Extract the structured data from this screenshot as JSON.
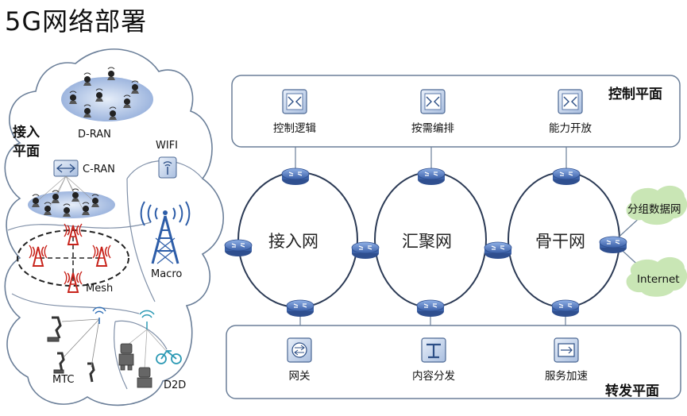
{
  "page": {
    "title": "5G网络部署"
  },
  "access": {
    "plane_label": "接入\n平面",
    "plane_line1": "接入",
    "plane_line2": "平面",
    "dran_label": "D-RAN",
    "cran_label": "C-RAN",
    "wifi_label": "WIFI",
    "mesh_label": "Mesh",
    "macro_label": "Macro",
    "mtc_label": "MTC",
    "d2d_label": "D2D"
  },
  "control": {
    "plane_label": "控制平面",
    "items": [
      "控制逻辑",
      "按需编排",
      "能力开放"
    ]
  },
  "forward": {
    "plane_label": "转发平面",
    "items": [
      "网关",
      "内容分发",
      "服务加速"
    ]
  },
  "rings": [
    "接入网",
    "汇聚网",
    "骨干网"
  ],
  "external": {
    "packet": "分组数据网",
    "internet": "Internet"
  },
  "colors": {
    "router": "#4a6fb5",
    "cloud_green": "#c9e6b5",
    "plane_border": "#6b7f99",
    "icon_blue": "#2d6db5",
    "mesh_red": "#c8241c"
  }
}
